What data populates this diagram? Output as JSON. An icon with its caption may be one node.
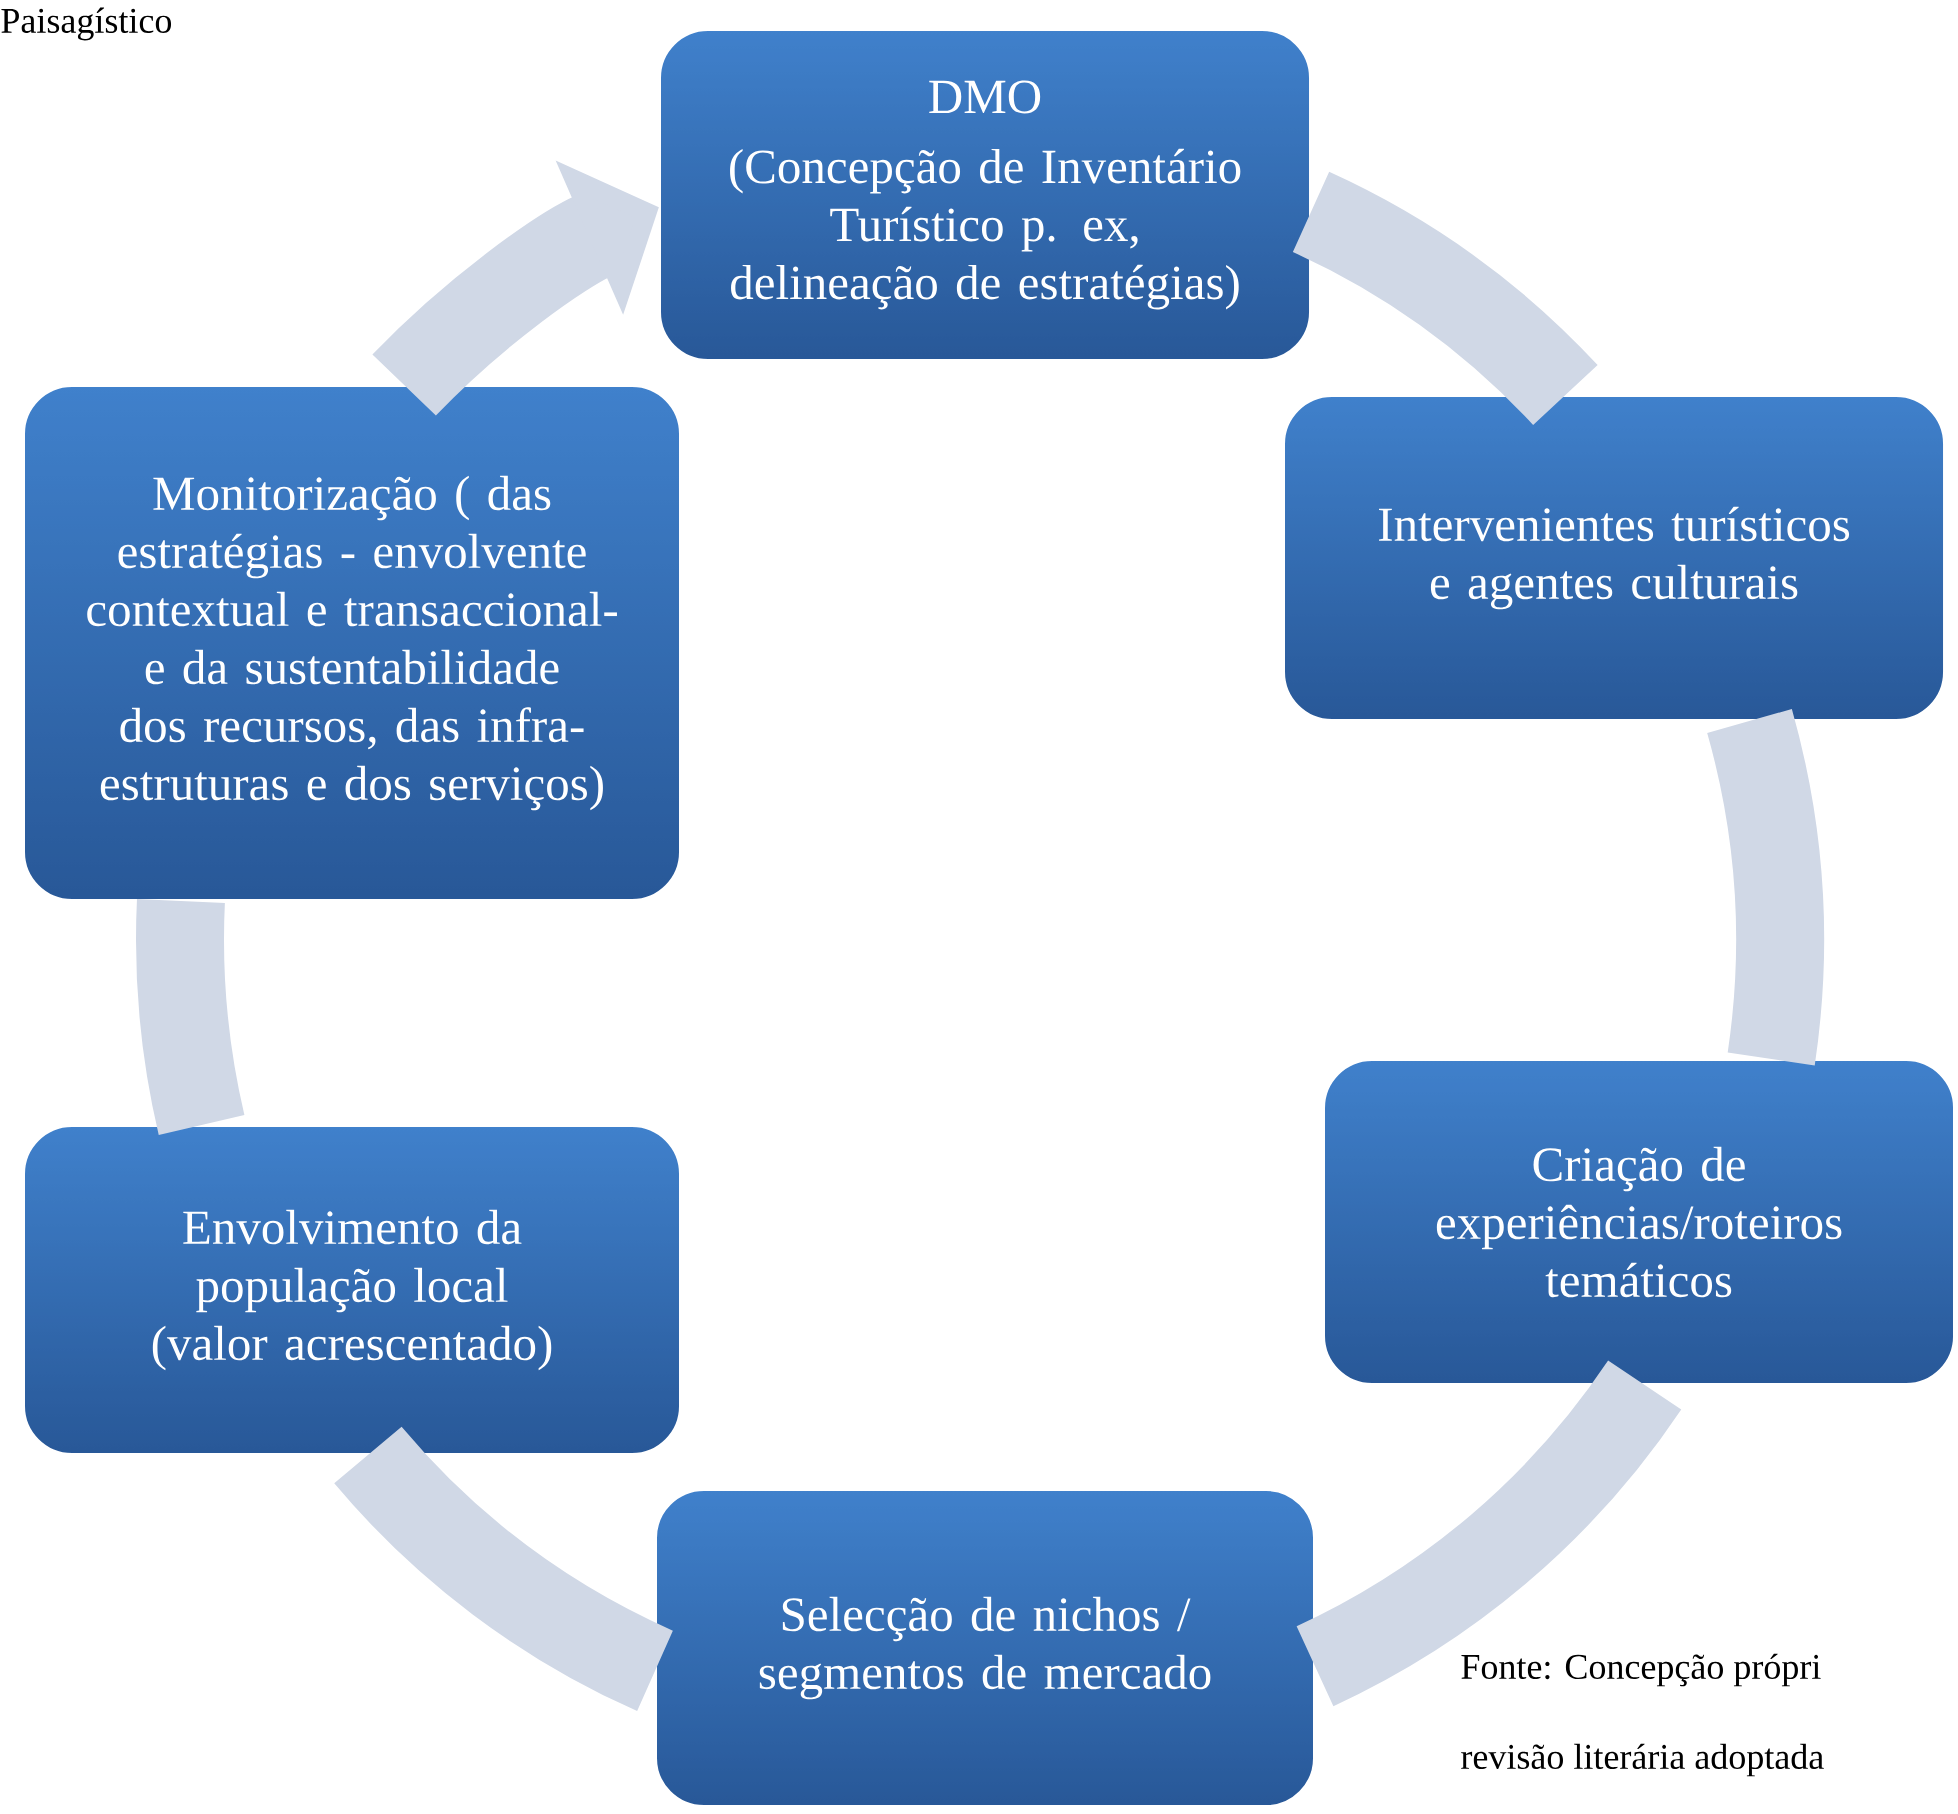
{
  "diagram": {
    "nodes": [
      {
        "text": [
          "DMO",
          "(Concepção  de Inventário Turístico p. ex, delineação de estratégias)"
        ]
      },
      {
        "text": [
          "Intervenientes turísticos e agentes culturais"
        ]
      },
      {
        "text": [
          "Criação de experiências/roteiros temáticos"
        ]
      },
      {
        "text": [
          "Selecção de nichos / segmentos de mercado"
        ]
      },
      {
        "text": [
          "Envolvimento da população local (valor acrescentado)"
        ]
      },
      {
        "text": [
          "Monitorização ( das estratégias - envolvente contextual e transaccional- e da sustentabilidade dos recursos, das infra-estruturas e dos serviços)"
        ]
      }
    ],
    "edges": [
      {
        "from": 0,
        "to": 1,
        "arrow": "none"
      },
      {
        "from": 1,
        "to": 2,
        "arrow": "none"
      },
      {
        "from": 2,
        "to": 3,
        "arrow": "none"
      },
      {
        "from": 3,
        "to": 4,
        "arrow": "none"
      },
      {
        "from": 4,
        "to": 5,
        "arrow": "none"
      },
      {
        "from": 5,
        "to": 0,
        "arrow": "to"
      }
    ],
    "labels": [
      "Paisagístico",
      "Fonte: Concepção própri",
      "revisão literária adoptada"
    ]
  }
}
